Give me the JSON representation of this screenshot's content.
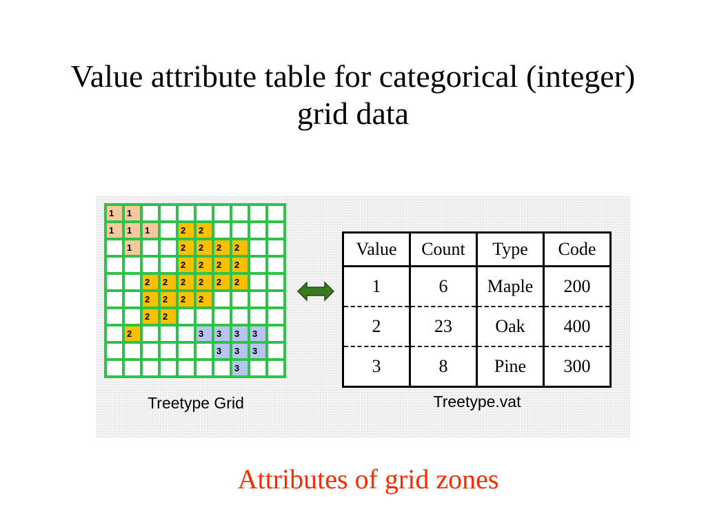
{
  "slide": {
    "title": "Value attribute table for categorical (integer) grid data",
    "subtitle": "Attributes of grid zones"
  },
  "grid": {
    "caption": "Treetype Grid",
    "rows": [
      [
        "1",
        "1",
        "",
        "",
        "",
        "",
        "",
        "",
        "",
        ""
      ],
      [
        "1",
        "1",
        "1",
        "",
        "2",
        "2",
        "",
        "",
        "",
        ""
      ],
      [
        "",
        "1",
        "",
        "",
        "2",
        "2",
        "2",
        "2",
        "",
        ""
      ],
      [
        "",
        "",
        "",
        "",
        "2",
        "2",
        "2",
        "2",
        "",
        ""
      ],
      [
        "",
        "",
        "2",
        "2",
        "2",
        "2",
        "2",
        "2",
        "",
        ""
      ],
      [
        "",
        "",
        "2",
        "2",
        "2",
        "2",
        "",
        "",
        "",
        ""
      ],
      [
        "",
        "",
        "2",
        "2",
        "",
        "",
        "",
        "",
        "",
        ""
      ],
      [
        "",
        "2",
        "",
        "",
        "",
        "3",
        "3",
        "3",
        "3",
        ""
      ],
      [
        "",
        "",
        "",
        "",
        "",
        "",
        "3",
        "3",
        "3",
        ""
      ],
      [
        "",
        "",
        "",
        "",
        "",
        "",
        "",
        "3",
        "",
        ""
      ]
    ],
    "colors": {
      "border": "#2ec24a",
      "value_1": "#f6c89c",
      "value_2": "#f9c000",
      "value_3": "#b8c4f0"
    }
  },
  "vat": {
    "caption": "Treetype.vat",
    "columns": [
      "Value",
      "Count",
      "Type",
      "Code"
    ],
    "rows": [
      [
        "1",
        "6",
        "Maple",
        "200"
      ],
      [
        "2",
        "23",
        "Oak",
        "400"
      ],
      [
        "3",
        "8",
        "Pine",
        "300"
      ]
    ]
  },
  "arrow": {
    "icon": "double-arrow-icon",
    "color": "#3a7a22"
  }
}
